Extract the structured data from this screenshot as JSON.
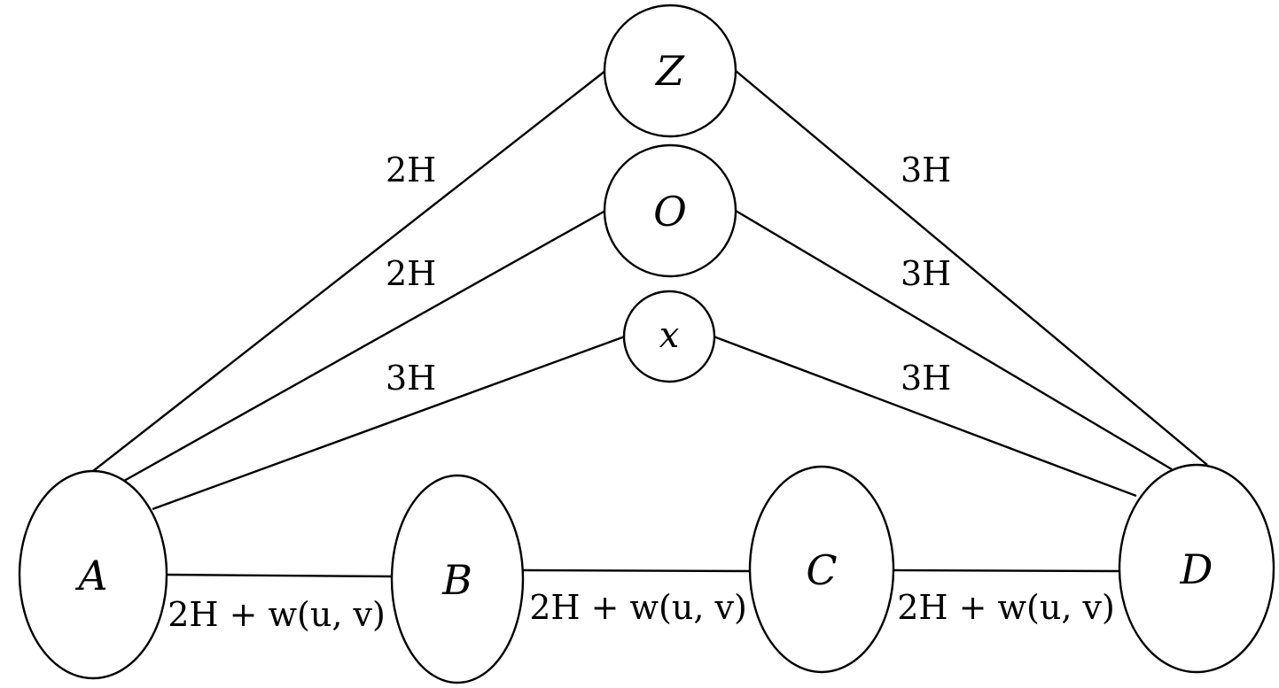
{
  "nodes": {
    "Z": "Z",
    "O": "O",
    "x": "x",
    "A": "A",
    "B": "B",
    "C": "C",
    "D": "D"
  },
  "edge_labels": {
    "a_z": "2H",
    "a_o": "2H",
    "a_x": "3H",
    "z_d": "3H",
    "o_d": "3H",
    "x_d": "3H",
    "a_b": "2H + w(u, v)",
    "b_c": "2H + w(u, v)",
    "c_d": "2H + w(u, v)"
  }
}
